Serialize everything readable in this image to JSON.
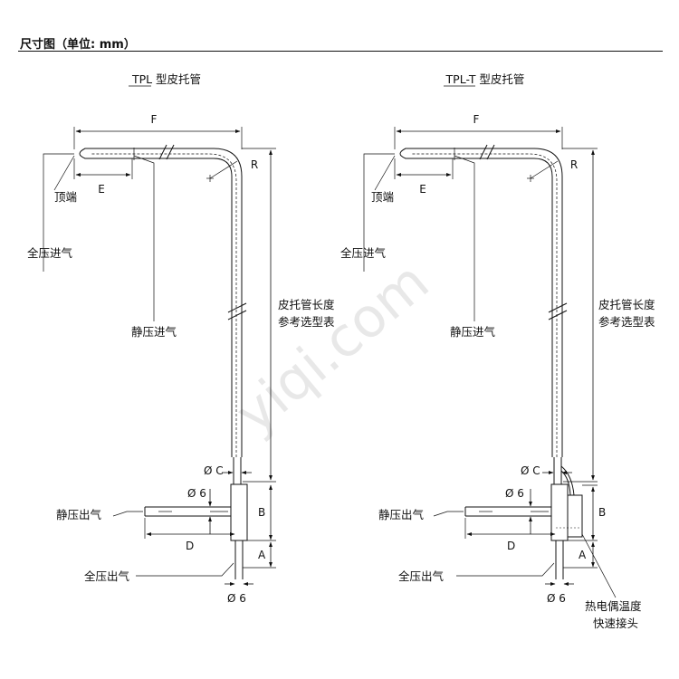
{
  "header": {
    "title": "尺寸图（单位: mm）"
  },
  "watermark": "yiqi.com",
  "diagrams": [
    {
      "title": "TPL 型皮托管",
      "labels": {
        "F": "F",
        "E": "E",
        "R": "R",
        "tip": "顶端",
        "total_inlet": "全压进气",
        "static_inlet": "静压进气",
        "length_note_1": "皮托管长度",
        "length_note_2": "参考选型表",
        "phi_c": "Ø C",
        "phi_6_side": "Ø 6",
        "B": "B",
        "static_outlet": "静压出气",
        "D": "D",
        "A": "A",
        "total_outlet": "全压出气",
        "phi_6_bottom": "Ø 6"
      }
    },
    {
      "title": "TPL-T 型皮托管",
      "labels": {
        "F": "F",
        "E": "E",
        "R": "R",
        "tip": "顶端",
        "total_inlet": "全压进气",
        "static_inlet": "静压进气",
        "length_note_1": "皮托管长度",
        "length_note_2": "参考选型表",
        "phi_c": "Ø C",
        "phi_6_side": "Ø 6",
        "B": "B",
        "static_outlet": "静压出气",
        "D": "D",
        "A": "A",
        "total_outlet": "全压出气",
        "phi_6_bottom": "Ø 6",
        "tc_1": "热电偶温度",
        "tc_2": "快速接头"
      }
    }
  ]
}
